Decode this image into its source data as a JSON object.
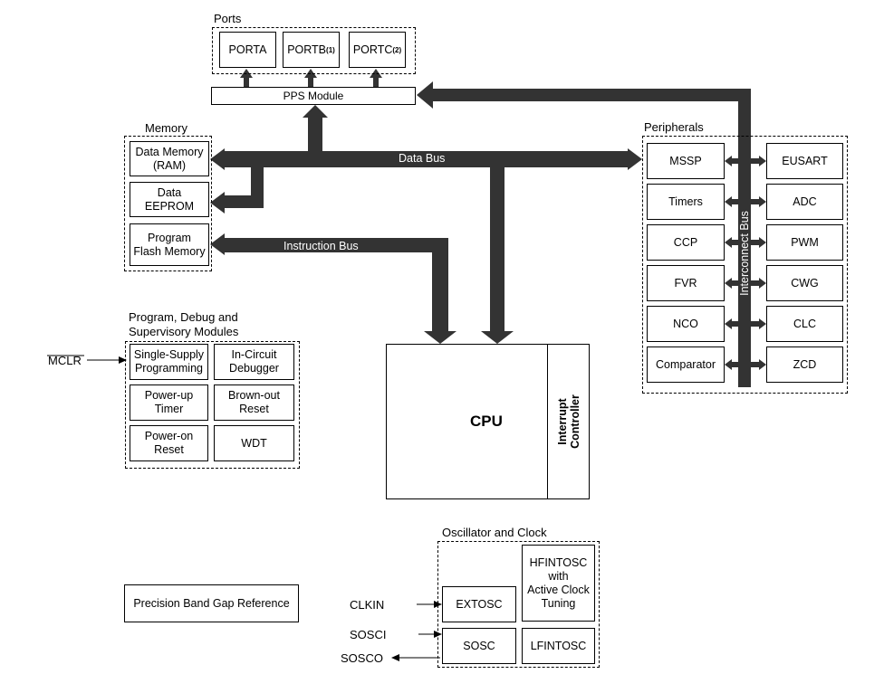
{
  "ports": {
    "title": "Ports",
    "porta": "PORTA",
    "portb": "PORTB",
    "portb_note": "(1)",
    "portc": "PORTC",
    "portc_note": "(2)",
    "pps": "PPS Module"
  },
  "memory": {
    "title": "Memory",
    "ram": "Data Memory\n(RAM)",
    "eeprom": "Data\nEEPROM",
    "flash": "Program\nFlash Memory"
  },
  "buses": {
    "data": "Data Bus",
    "instruction": "Instruction Bus",
    "interconnect": "Interconnect Bus"
  },
  "peripherals": {
    "title": "Peripherals",
    "left": [
      "MSSP",
      "Timers",
      "CCP",
      "FVR",
      "NCO",
      "Comparator"
    ],
    "right": [
      "EUSART",
      "ADC",
      "PWM",
      "CWG",
      "CLC",
      "ZCD"
    ]
  },
  "pds": {
    "title": "Program, Debug and\nSupervisory Modules",
    "mclr": "MCLR",
    "items": [
      "Single-Supply\nProgramming",
      "In-Circuit\nDebugger",
      "Power-up\nTimer",
      "Brown-out\nReset",
      "Power-on\nReset",
      "WDT"
    ]
  },
  "cpu": {
    "label": "CPU",
    "interrupt": "Interrupt\nController"
  },
  "oscillator": {
    "title": "Oscillator and Clock",
    "hfintosc": "HFINTOSC\nwith\nActive Clock\nTuning",
    "extosc": "EXTOSC",
    "sosc": "SOSC",
    "lfintosc": "LFINTOSC",
    "clkin": "CLKIN",
    "sosci": "SOSCI",
    "sosco": "SOSCO"
  },
  "bandgap": "Precision Band Gap Reference"
}
